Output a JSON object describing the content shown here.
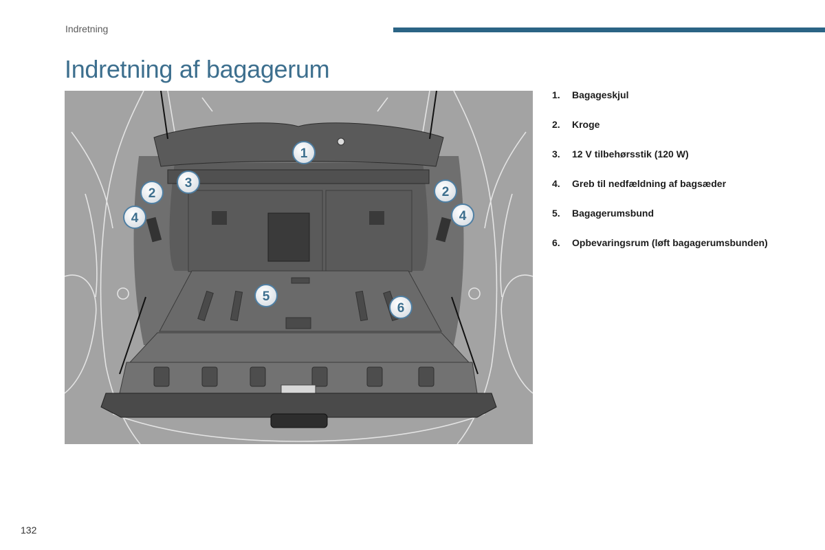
{
  "header": {
    "section": "Indretning",
    "bar_color": "#2b6485"
  },
  "title": "Indretning af bagagerum",
  "title_color": "#3d6f8e",
  "legend": [
    {
      "num": "1.",
      "text": "Bagageskjul"
    },
    {
      "num": "2.",
      "text": "Kroge"
    },
    {
      "num": "3.",
      "text": "12 V tilbehørsstik (120 W)"
    },
    {
      "num": "4.",
      "text": "Greb til nedfældning af bagsæder"
    },
    {
      "num": "5.",
      "text": "Bagagerumsbund"
    },
    {
      "num": "6.",
      "text": "Opbevaringsrum (løft bagagerumsbunden)"
    }
  ],
  "callouts": [
    {
      "label": "1",
      "icon": "callout-badge"
    },
    {
      "label": "2",
      "icon": "callout-badge"
    },
    {
      "label": "2",
      "icon": "callout-badge"
    },
    {
      "label": "3",
      "icon": "callout-badge"
    },
    {
      "label": "4",
      "icon": "callout-badge"
    },
    {
      "label": "4",
      "icon": "callout-badge"
    },
    {
      "label": "5",
      "icon": "callout-badge"
    },
    {
      "label": "6",
      "icon": "callout-badge"
    }
  ],
  "footer": {
    "page_number": "132"
  }
}
